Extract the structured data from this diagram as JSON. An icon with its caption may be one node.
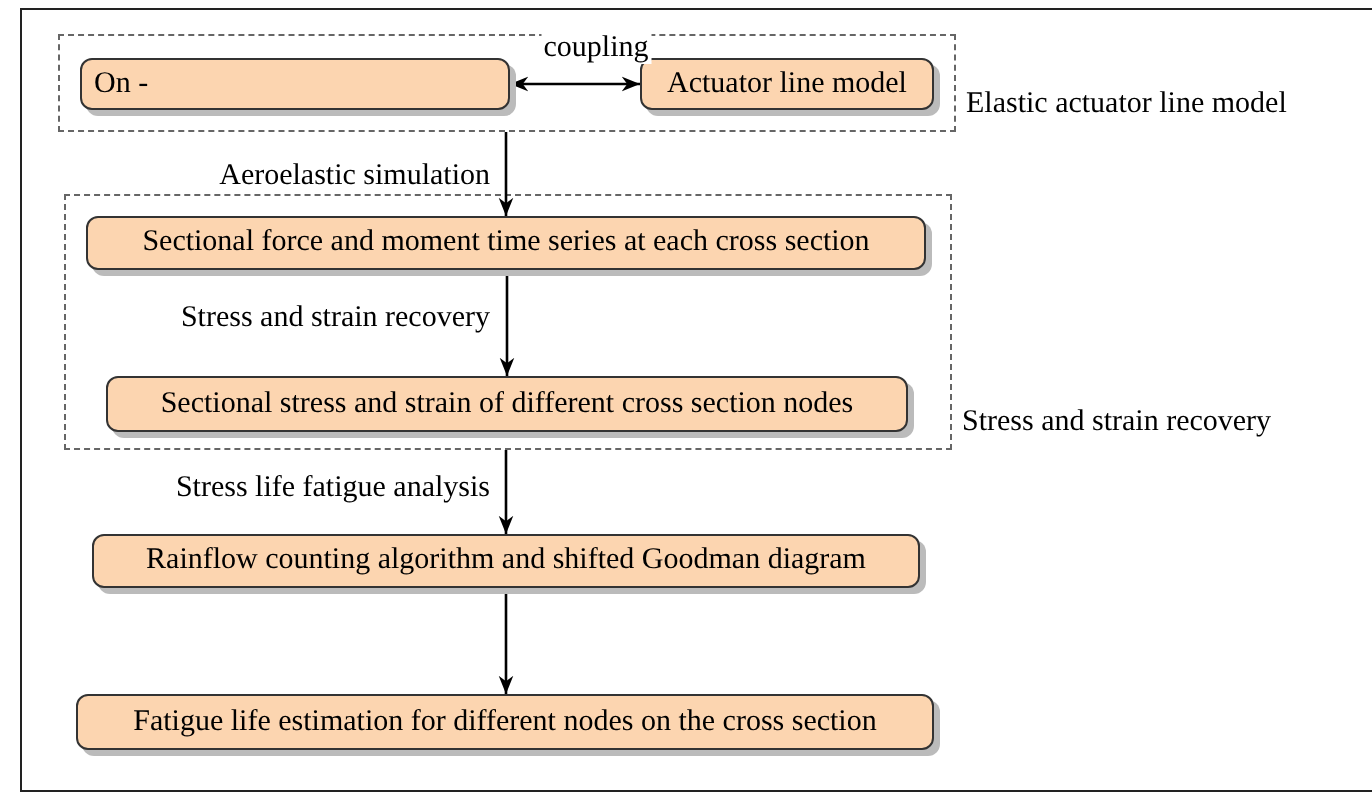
{
  "diagram": {
    "nodes": [
      {
        "text": [
          "Elastic actuator line model"
        ]
      },
      {
        "text": [
          "On -"
        ],
        "in": 0
      },
      {
        "text": [
          "Actuator line model"
        ],
        "in": 0
      },
      {
        "text": [
          "Stress and strain recovery"
        ]
      },
      {
        "text": [
          "Sectional force and moment time series at each cross section"
        ],
        "in": 3
      },
      {
        "text": [
          "Sectional stress and strain of different cross section nodes"
        ],
        "in": 3
      },
      {
        "text": [
          "Rainflow counting algorithm and shifted Goodman diagram"
        ]
      },
      {
        "text": [
          "Fatigue life estimation for different nodes on the cross section"
        ]
      }
    ],
    "edges": [
      {
        "from": 1,
        "to": 2,
        "arrow": "both",
        "label": "coupling"
      },
      {
        "from": 0,
        "to": 4,
        "arrow": "to",
        "label": "Aeroelastic simulation"
      },
      {
        "from": 4,
        "to": 5,
        "arrow": "to",
        "label": "Stress and strain recovery"
      },
      {
        "from": 3,
        "to": 6,
        "arrow": "to",
        "label": "Stress life fatigue analysis"
      },
      {
        "from": 6,
        "to": 7,
        "arrow": "to"
      }
    ]
  }
}
